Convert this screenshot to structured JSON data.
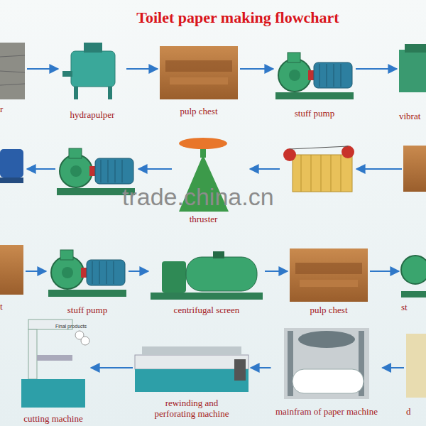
{
  "diagram": {
    "title": "Toilet paper making flowchart",
    "nodes": [
      {
        "text": [
          "r"
        ]
      },
      {
        "text": [
          "hydrapulper"
        ]
      },
      {
        "text": [
          "pulp chest"
        ]
      },
      {
        "text": [
          "stuff pump"
        ]
      },
      {
        "text": [
          "vibrat"
        ]
      },
      {
        "text": [
          "thruster"
        ]
      },
      {
        "text": [
          "t"
        ]
      },
      {
        "text": [
          "stuff pump"
        ]
      },
      {
        "text": [
          "centrifugal screen"
        ]
      },
      {
        "text": [
          "pulp chest"
        ]
      },
      {
        "text": [
          "st"
        ]
      },
      {
        "text": [
          "d"
        ]
      },
      {
        "text": [
          "mainfram of paper machine"
        ]
      },
      {
        "text": [
          "rewinding and perforating machine"
        ]
      },
      {
        "text": [
          "cutting machine"
        ]
      }
    ],
    "edges": [
      {
        "from": 0,
        "to": 1,
        "arrow": "to"
      },
      {
        "from": 1,
        "to": 2,
        "arrow": "to"
      },
      {
        "from": 2,
        "to": 3,
        "arrow": "to"
      },
      {
        "from": 3,
        "to": 4,
        "arrow": "to"
      },
      {
        "from": 6,
        "to": 7,
        "arrow": "to"
      },
      {
        "from": 7,
        "to": 8,
        "arrow": "to"
      },
      {
        "from": 8,
        "to": 9,
        "arrow": "to"
      },
      {
        "from": 9,
        "to": 10,
        "arrow": "to"
      },
      {
        "from": 11,
        "to": 12,
        "arrow": "to"
      },
      {
        "from": 12,
        "to": 13,
        "arrow": "to"
      },
      {
        "from": 13,
        "to": 14,
        "arrow": "to"
      }
    ],
    "labels": [
      "Final products",
      "trade.china.cn"
    ]
  }
}
